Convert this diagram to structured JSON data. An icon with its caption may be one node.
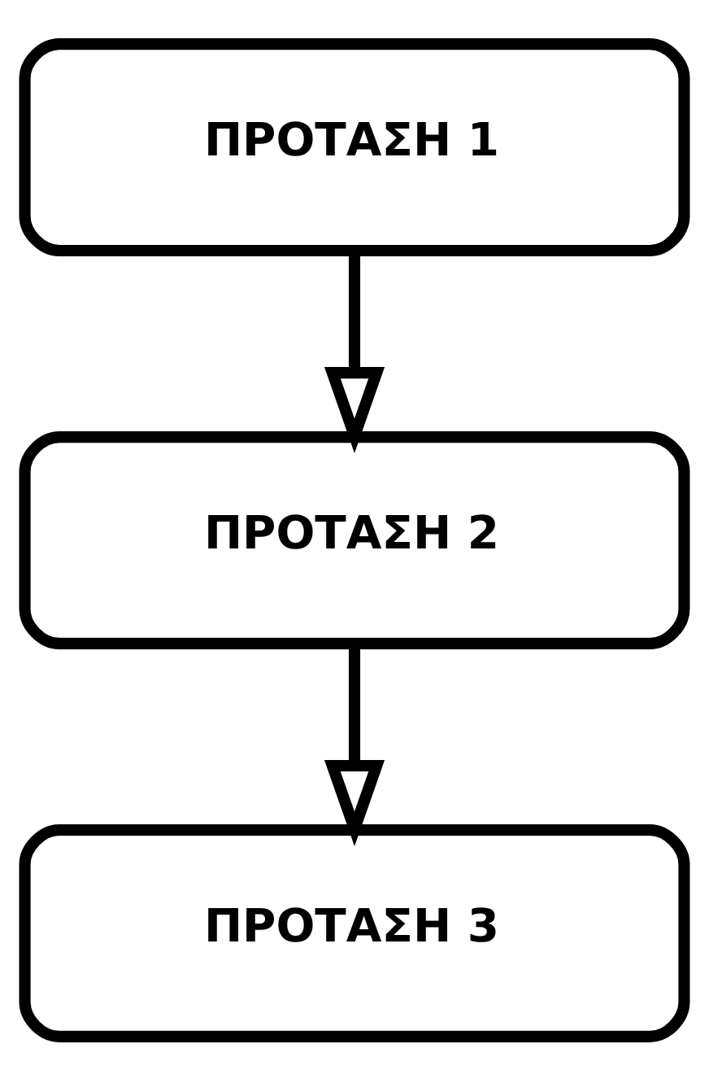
{
  "diagram": {
    "nodes": [
      {
        "text": [
          "ΠΡΟΤΑΣΗ 1"
        ]
      },
      {
        "text": [
          "ΠΡΟΤΑΣΗ 2"
        ]
      },
      {
        "text": [
          "ΠΡΟΤΑΣΗ 3"
        ]
      }
    ],
    "edges": [
      {
        "from": 0,
        "to": 1,
        "arrow": "to"
      },
      {
        "from": 1,
        "to": 2,
        "arrow": "to"
      }
    ]
  }
}
